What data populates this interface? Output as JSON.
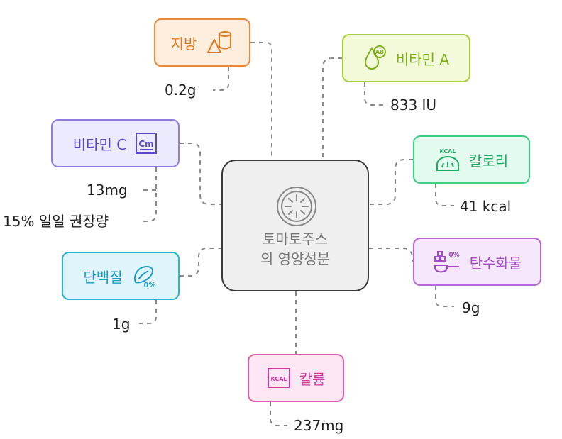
{
  "center": {
    "line1": "토마토주스",
    "line2": "의 영양성분"
  },
  "nodes": {
    "fat": {
      "label": "지방",
      "value": "0.2g"
    },
    "vitamin_a": {
      "label": "비타민 A",
      "value": "833 IU"
    },
    "vitamin_c": {
      "label": "비타민 C",
      "value": "13mg",
      "value2": "15% 일일 권장량"
    },
    "calorie": {
      "label": "칼로리",
      "value": "41 kcal"
    },
    "protein": {
      "label": "단백질",
      "value": "1g"
    },
    "carb": {
      "label": "탄수화물",
      "value": "9g"
    },
    "potassium": {
      "label": "칼륨",
      "value": "237mg"
    }
  },
  "icons": {
    "fat": "cylinder-cone-icon",
    "vitamin_a": "water-drop-ab-icon",
    "vitamin_c": "cm-box-icon",
    "calorie": "kcal-scale-icon",
    "protein": "protein-0-percent-icon",
    "carb": "spoon-sugar-percent-icon",
    "potassium": "kcal-box-icon",
    "center": "tomato-slice-icon"
  },
  "colors": {
    "fat": "#e8883a",
    "vitamin_a": "#a8cf3a",
    "vitamin_c": "#8f7ae0",
    "calorie": "#3fce86",
    "protein": "#27b5d6",
    "carb": "#b768d8",
    "potassium": "#de5bb0"
  }
}
